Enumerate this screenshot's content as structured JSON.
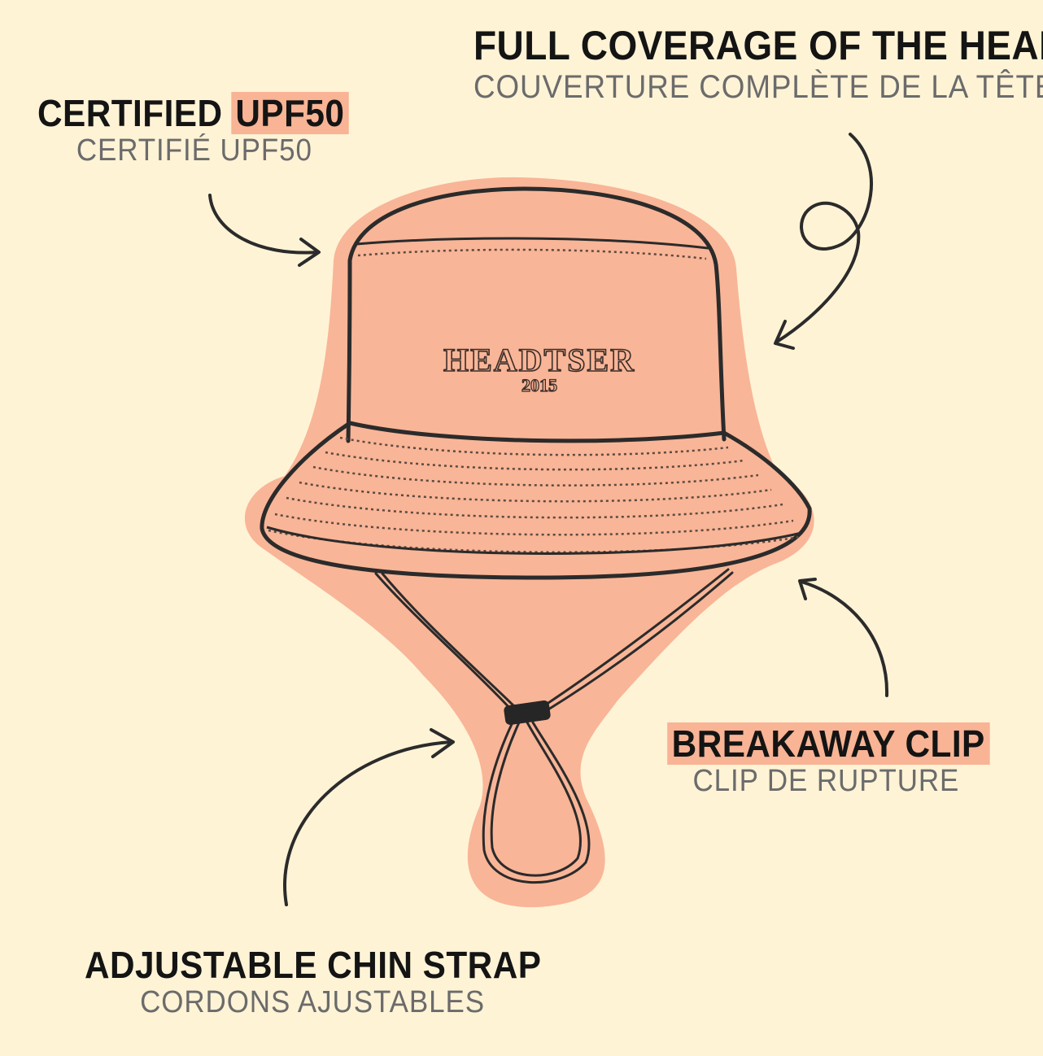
{
  "colors": {
    "background": "#fff3d6",
    "highlight": "#f8b495",
    "hat_fill": "#f9b597",
    "ink": "#2b2b2b",
    "subtitle": "#6b6b6b"
  },
  "labels": {
    "upf": {
      "en_prefix": "CERTIFIED ",
      "en_highlight": "UPF50",
      "fr": "CERTIFIÉ UPF50"
    },
    "coverage": {
      "en": "FULL COVERAGE OF THE HEAD",
      "fr": "COUVERTURE COMPLÈTE DE LA TÊTE"
    },
    "clip": {
      "en": "BREAKAWAY CLIP",
      "fr": "CLIP DE RUPTURE"
    },
    "strap": {
      "en": "ADJUSTABLE CHIN STRAP",
      "fr": "CORDONS AJUSTABLES"
    }
  },
  "hat": {
    "brand": "HEADTSER",
    "year": "2015"
  },
  "icons": {
    "arrow_upf": "curved-arrow-icon",
    "arrow_coverage": "looped-arrow-icon",
    "arrow_clip": "curved-arrow-icon",
    "arrow_strap": "curved-arrow-icon"
  }
}
